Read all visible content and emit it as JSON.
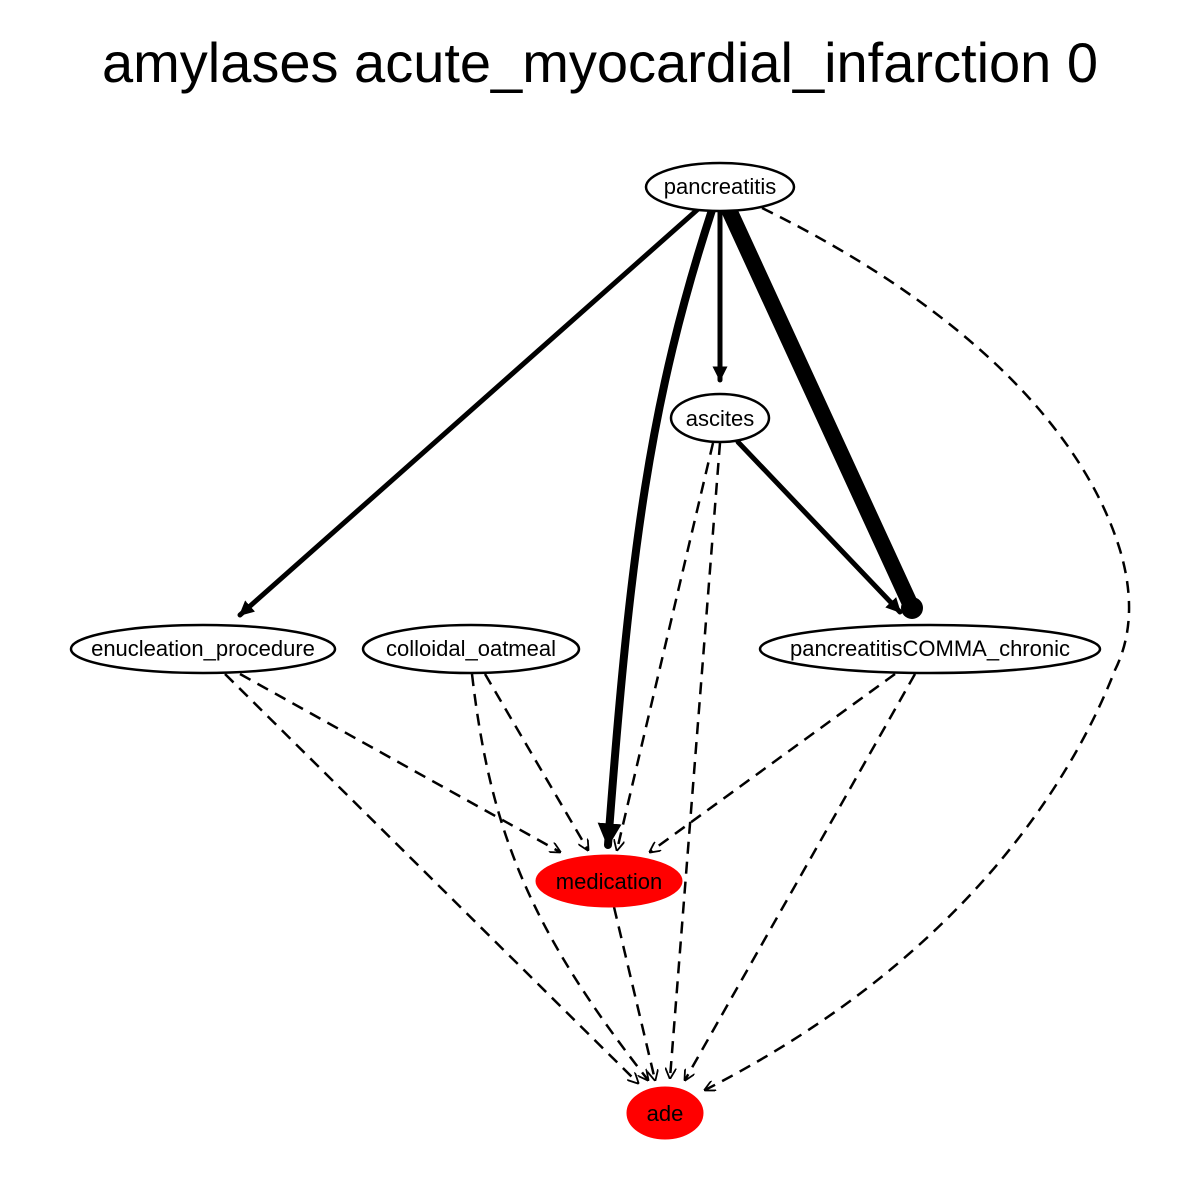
{
  "title": "amylases acute_myocardial_infarction 0",
  "colors": {
    "highlight": "#ff0000",
    "default_fill": "#ffffff",
    "stroke": "#000000"
  },
  "nodes": [
    {
      "id": "pancreatitis",
      "label": "pancreatitis",
      "highlighted": false
    },
    {
      "id": "ascites",
      "label": "ascites",
      "highlighted": false
    },
    {
      "id": "enucleation_procedure",
      "label": "enucleation_procedure",
      "highlighted": false
    },
    {
      "id": "colloidal_oatmeal",
      "label": "colloidal_oatmeal",
      "highlighted": false
    },
    {
      "id": "pancreatitis_chronic",
      "label": "pancreatitisCOMMA_chronic",
      "highlighted": false
    },
    {
      "id": "medication",
      "label": "medication",
      "highlighted": true
    },
    {
      "id": "ade",
      "label": "ade",
      "highlighted": true
    }
  ],
  "edges": [
    {
      "from": "pancreatitis",
      "to": "enucleation_procedure",
      "style": "solid",
      "weight": "medium"
    },
    {
      "from": "pancreatitis",
      "to": "medication",
      "style": "solid",
      "weight": "heavy"
    },
    {
      "from": "pancreatitis",
      "to": "ascites",
      "style": "solid",
      "weight": "medium"
    },
    {
      "from": "pancreatitis",
      "to": "pancreatitis_chronic",
      "style": "solid",
      "weight": "heaviest"
    },
    {
      "from": "pancreatitis",
      "to": "ade",
      "style": "dashed",
      "weight": "thin"
    },
    {
      "from": "ascites",
      "to": "pancreatitis_chronic",
      "style": "solid",
      "weight": "medium"
    },
    {
      "from": "ascites",
      "to": "medication",
      "style": "dashed",
      "weight": "thin"
    },
    {
      "from": "ascites",
      "to": "ade",
      "style": "dashed",
      "weight": "thin"
    },
    {
      "from": "enucleation_procedure",
      "to": "medication",
      "style": "dashed",
      "weight": "thin"
    },
    {
      "from": "enucleation_procedure",
      "to": "ade",
      "style": "dashed",
      "weight": "thin"
    },
    {
      "from": "colloidal_oatmeal",
      "to": "medication",
      "style": "dashed",
      "weight": "thin"
    },
    {
      "from": "colloidal_oatmeal",
      "to": "ade",
      "style": "dashed",
      "weight": "thin"
    },
    {
      "from": "pancreatitis_chronic",
      "to": "medication",
      "style": "dashed",
      "weight": "thin"
    },
    {
      "from": "pancreatitis_chronic",
      "to": "ade",
      "style": "dashed",
      "weight": "thin"
    },
    {
      "from": "medication",
      "to": "ade",
      "style": "dashed",
      "weight": "thin"
    }
  ]
}
